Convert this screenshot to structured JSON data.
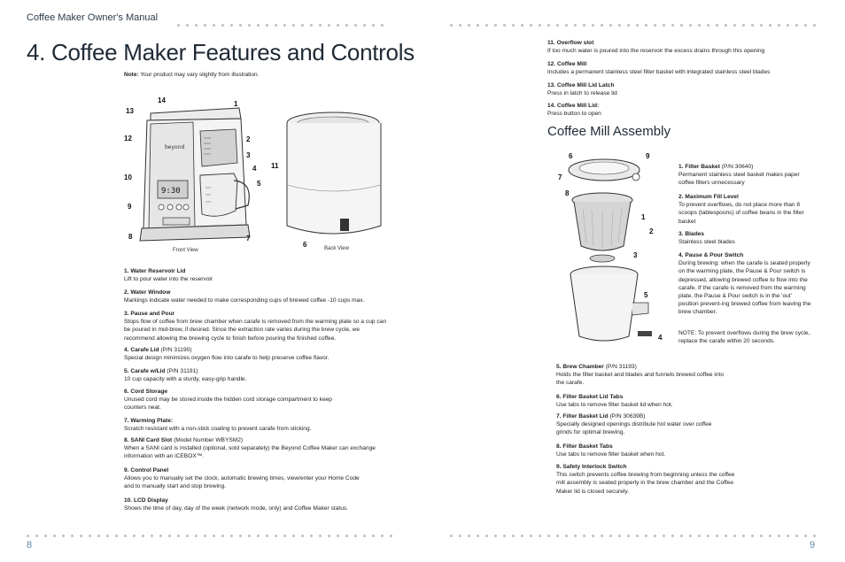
{
  "header": {
    "running_title": "Coffee Maker Owner's Manual"
  },
  "left_page": {
    "title": "4. Coffee Maker Features and Controls",
    "note_label": "Note:",
    "note_text": "Your product may vary slightly from illustration.",
    "front_caption": "Front View",
    "back_caption": "Back View",
    "callouts_front": [
      "14",
      "1",
      "13",
      "12",
      "2",
      "3",
      "4",
      "10",
      "5",
      "9",
      "8",
      "7"
    ],
    "callouts_back": [
      "11",
      "6"
    ],
    "brand_text": "beyond",
    "lcd_text": "9:30",
    "features": [
      {
        "title": "1. Water Reservoir Lid",
        "part": "",
        "desc": "Lift to pour water into the reservoir"
      },
      {
        "title": "2. Water Window",
        "part": "",
        "desc": "Markings indicate water needed to make corresponding cups of brewed coffee -10 cups max."
      },
      {
        "title": "3. Pause and Pour",
        "part": "",
        "desc": "Stops flow of coffee from brew chamber when carafe is removed from the warming plate so a cup can be poured in mid-brew, if desired. Since the extraction rate varies during the brew cycle, we recommend allowing the brewing cycle to finish before pouring the finished coffee."
      },
      {
        "title": "4. Carafe Lid",
        "part": " (P/N 31190)",
        "desc": "Special design minimizes oxygen flow into carafe to help preserve coffee flavor."
      },
      {
        "title": "5. Carafe w/Lid",
        "part": " (P/N 31191)",
        "desc": "10 cup capacity with a sturdy, easy-grip handle."
      },
      {
        "title": "6. Cord Storage",
        "part": "",
        "desc": "Unused cord may be stored inside the hidden cord storage compartment to keep counters neat."
      },
      {
        "title": "7. Warming Plate:",
        "part": "",
        "desc": "Scratch resistant with a non-stick coating to prevent carafe from sticking."
      },
      {
        "title": "8. SANI Card Slot",
        "part": " (Model Number WBYSM2)",
        "desc": "When a SANI card is installed (optional, sold separately) the Beyond Coffee Maker can exchange information with an iCEBOX™."
      },
      {
        "title": "9. Control Panel",
        "part": "",
        "desc": "Allows you to manually set the clock, automatic brewing times, view/enter your Home Code and to manually start and stop brewing."
      },
      {
        "title": "10. LCD Display",
        "part": "",
        "desc": "Shows the time of day, day of the week (network mode, only) and Coffee Maker status."
      }
    ],
    "page_number": "8"
  },
  "right_page": {
    "top_items": [
      {
        "title": "11. Overflow slot",
        "desc": "If too much water is poured into the reservoir the excess drains through this opening"
      },
      {
        "title": "12. Coffee Mill",
        "desc": "Includes a permanent stainless steel filter basket with integrated stainless steel blades"
      },
      {
        "title": "13. Coffee Mill Lid Latch",
        "desc": "Press in latch to release lid"
      },
      {
        "title": "14. Coffee Mill Lid:",
        "desc": "Press button to open"
      }
    ],
    "section_title": "Coffee Mill Assembly",
    "callouts": [
      "6",
      "9",
      "7",
      "8",
      "1",
      "2",
      "3",
      "5",
      "4"
    ],
    "assembly_items": [
      {
        "title": "1. Filter Basket",
        "part": " (P/N 30640)",
        "desc": "Permanent stainless steel basket makes paper coffee filters unnecessary"
      },
      {
        "title": "2. Maximum Fill Level",
        "part": "",
        "desc": "To prevent overflows, do not place more than 8 scoops (tablespoons) of coffee beans in the filter basket"
      },
      {
        "title": "3. Blades",
        "part": "",
        "desc": "Stainless steel blades"
      },
      {
        "title": "4. Pause & Pour Switch",
        "part": "",
        "desc": "During brewing: when the carafe is seated properly on the warming plate, the Pause & Pour switch is depressed, allowing brewed coffee to flow into the carafe. If the carafe is removed from the warming plate, the Pause & Pour switch is in the 'out' position prevent-ing brewed coffee from leaving the brew chamber."
      },
      {
        "title": "",
        "part": "",
        "desc": "NOTE: To prevent overflows during the brew cycle, replace the carafe within 20 seconds."
      }
    ],
    "bottom_items": [
      {
        "title": "5. Brew Chamber",
        "part": " (P/N 31193)",
        "desc": "Holds the filter basket and blades and funnels brewed coffee into the carafe."
      },
      {
        "title": "6. Filter Basket Lid Tabs",
        "part": "",
        "desc": "Use tabs to remove filter basket lid when hot."
      },
      {
        "title": "7. Filter Basket Lid",
        "part": " (P/N 30639B)",
        "desc": "Specially designed openings distribute hot water over coffee grinds for optimal brewing."
      },
      {
        "title": "8. Filter Basket Tabs",
        "part": "",
        "desc": "Use tabs to remove filter basket when hot."
      },
      {
        "title": "9. Safety Interlock Switch",
        "part": "",
        "desc": "This switch prevents coffee brewing from beginning unless the coffee mill assembly is seated properly in the brew chamber and the Coffee Maker lid is closed securely."
      }
    ],
    "page_number": "9"
  }
}
